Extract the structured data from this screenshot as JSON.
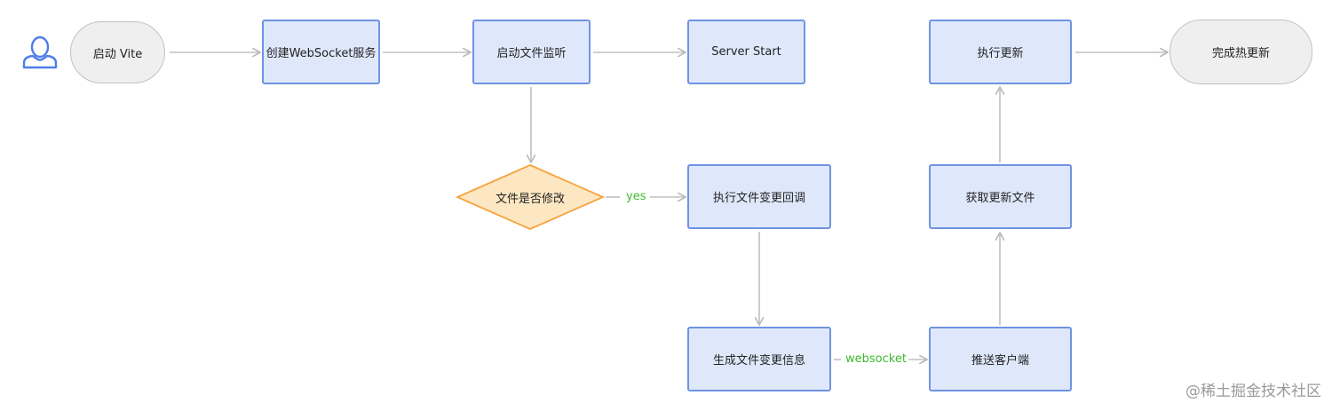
{
  "nodes": {
    "start_vite": "启动 Vite",
    "create_ws": "创建WebSocket服务",
    "start_watch": "启动文件监听",
    "server_start": "Server Start",
    "file_changed": "文件是否修改",
    "exec_callback": "执行文件变更回调",
    "gen_info": "生成文件变更信息",
    "push_client": "推送客户端",
    "fetch_files": "获取更新文件",
    "exec_update": "执行更新",
    "hmr_done": "完成热更新"
  },
  "edge_labels": {
    "yes": "yes",
    "websocket": "websocket"
  },
  "watermark": "@稀土掘金技术社区",
  "icons": {
    "user": "user-icon"
  },
  "colors": {
    "box_fill": "#dfe8fb",
    "box_border": "#6f93e3",
    "pill_fill": "#efefef",
    "pill_border": "#c2c2c2",
    "diamond_fill": "#fde7c2",
    "diamond_border": "#f7a23c",
    "arrow": "#c0c0c0",
    "label_green": "#3cba2c",
    "user_icon": "#4f7ee8"
  }
}
